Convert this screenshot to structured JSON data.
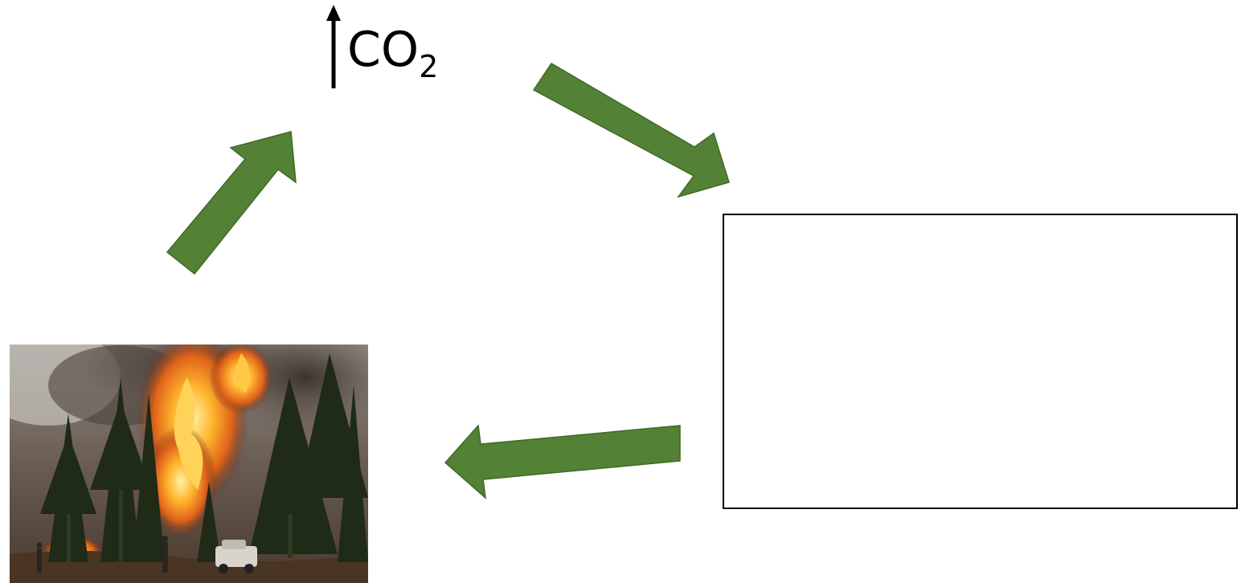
{
  "co2_label": {
    "prefix": "CO",
    "subscript": "2",
    "indicator": "increase-arrow-icon"
  },
  "cycle_arrows": {
    "color": "#538135",
    "border_color": "#3f6a25",
    "count": 3
  },
  "photo": {
    "subject": "forest-fire-photo",
    "palette": {
      "flame": "#f5a623",
      "smoke": "#5e5046",
      "trees": "#1f2a17",
      "ground": "#4a3424"
    }
  },
  "empty_box": {
    "border_color": "#000000",
    "text": ""
  }
}
